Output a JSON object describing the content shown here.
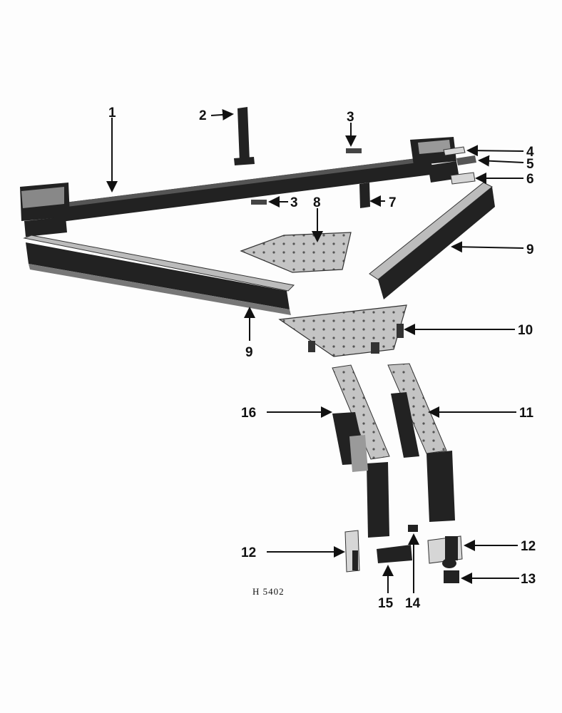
{
  "diagram": {
    "reference_code": "H 5402",
    "callouts": {
      "c1": "1",
      "c2": "2",
      "c3a": "3",
      "c3b": "3",
      "c4": "4",
      "c5": "5",
      "c6": "6",
      "c7": "7",
      "c8": "8",
      "c9a": "9",
      "c9b": "9",
      "c10": "10",
      "c11": "11",
      "c12a": "12",
      "c12b": "12",
      "c13": "13",
      "c14": "14",
      "c15": "15",
      "c16": "16"
    }
  }
}
